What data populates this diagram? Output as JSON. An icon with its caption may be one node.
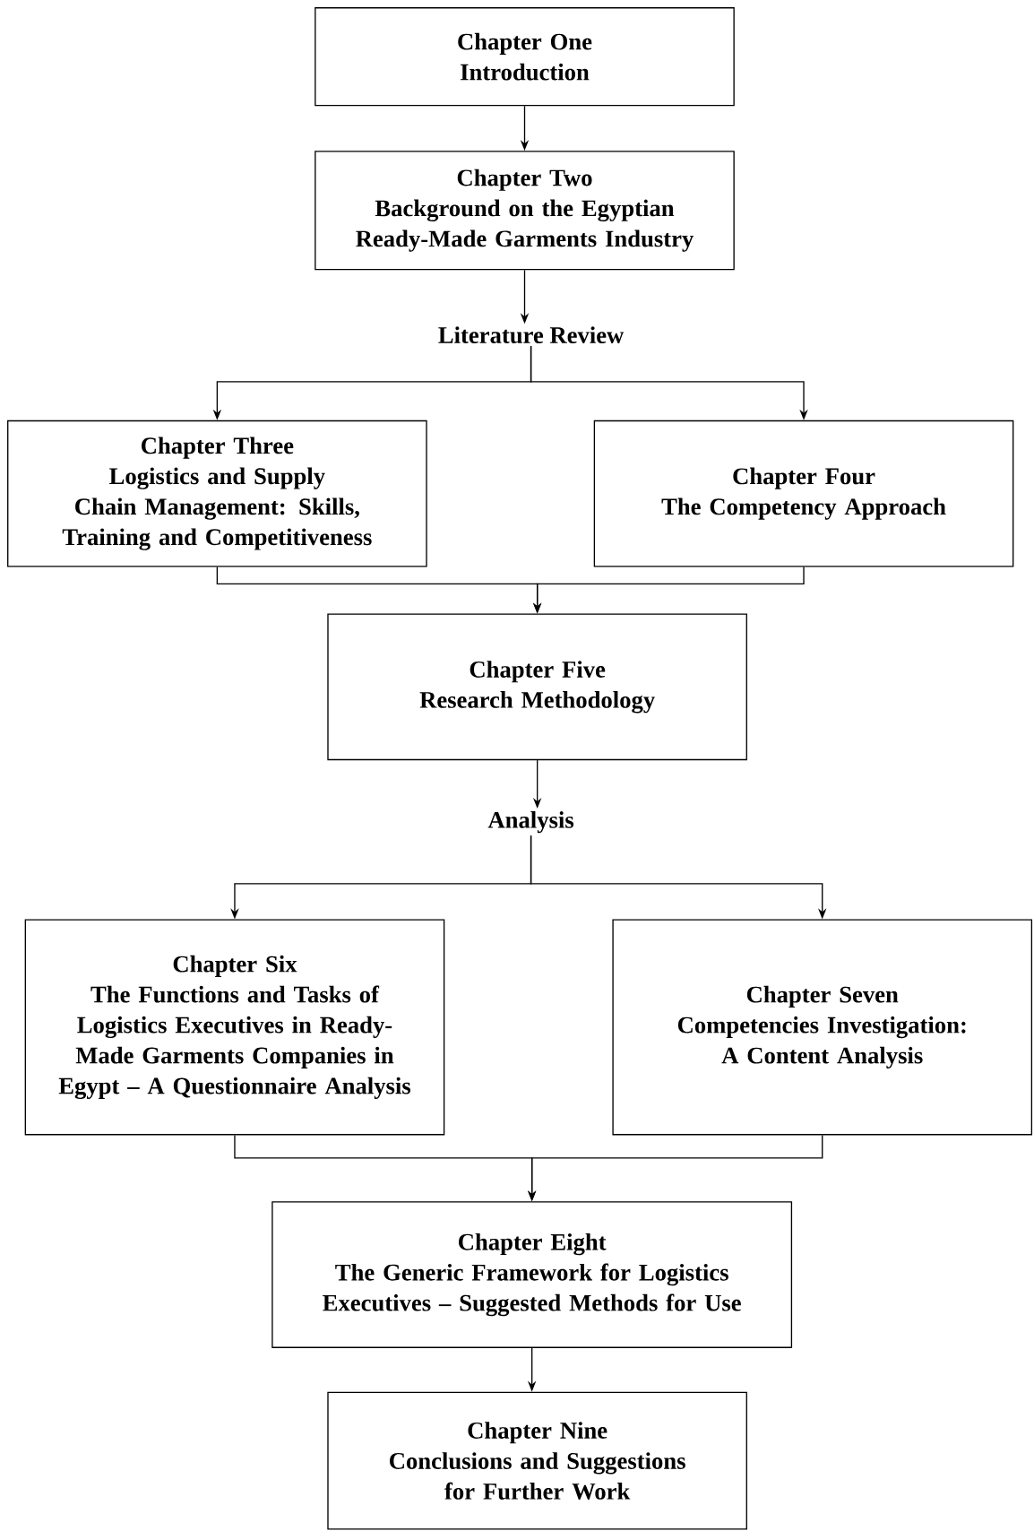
{
  "diagram": {
    "nodes": [
      {
        "text": [
          "Chapter One",
          "Introduction"
        ]
      },
      {
        "text": [
          "Chapter Two",
          "Background on the Egyptian Ready-Made Garments Industry"
        ]
      },
      {
        "text": [
          "Literature Review"
        ]
      },
      {
        "text": [
          "Chapter Three",
          "Logistics and Supply Chain Management: Skills, Training and Competitiveness"
        ]
      },
      {
        "text": [
          "Chapter Four",
          "The Competency Approach"
        ]
      },
      {
        "text": [
          "Chapter Five",
          "Research Methodology"
        ]
      },
      {
        "text": [
          "Analysis"
        ]
      },
      {
        "text": [
          "Chapter Six",
          "The Functions and Tasks of Logistics Executives in Ready-Made Garments Companies in Egypt – A Questionnaire Analysis"
        ]
      },
      {
        "text": [
          "Chapter Seven",
          "Competencies Investigation: A Content Analysis"
        ]
      },
      {
        "text": [
          "Chapter Eight",
          "The Generic Framework for Logistics Executives – Suggested Methods for Use"
        ]
      },
      {
        "text": [
          "Chapter Nine",
          "Conclusions and Suggestions for Further Work"
        ]
      }
    ],
    "edges": [
      {
        "from": 0,
        "to": 1,
        "arrow": "to"
      },
      {
        "from": 1,
        "to": 2,
        "arrow": "to"
      },
      {
        "from": 2,
        "to": 3,
        "arrow": "to"
      },
      {
        "from": 2,
        "to": 4,
        "arrow": "to"
      },
      {
        "from": 3,
        "to": 5,
        "arrow": "to"
      },
      {
        "from": 4,
        "to": 5,
        "arrow": "to"
      },
      {
        "from": 5,
        "to": 6,
        "arrow": "to"
      },
      {
        "from": 6,
        "to": 7,
        "arrow": "to"
      },
      {
        "from": 6,
        "to": 8,
        "arrow": "to"
      },
      {
        "from": 7,
        "to": 9,
        "arrow": "to"
      },
      {
        "from": 8,
        "to": 9,
        "arrow": "to"
      },
      {
        "from": 9,
        "to": 10,
        "arrow": "to"
      }
    ]
  }
}
